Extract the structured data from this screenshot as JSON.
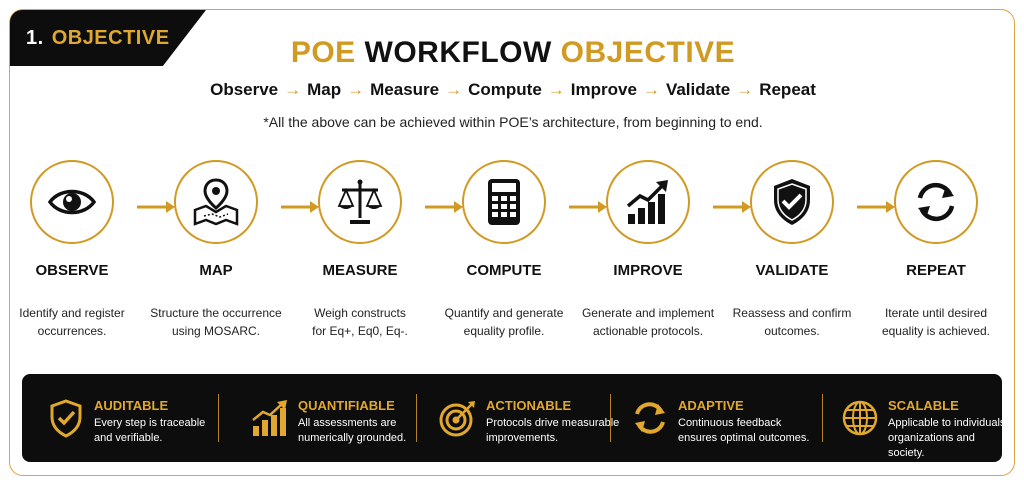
{
  "tag": {
    "number": "1.",
    "word": "OBJECTIVE"
  },
  "title": {
    "part1": "POE",
    "part2": "WORKFLOW",
    "part3": "OBJECTIVE"
  },
  "flow": [
    "Observe",
    "Map",
    "Measure",
    "Compute",
    "Improve",
    "Validate",
    "Repeat"
  ],
  "flow_arrow": "→",
  "note": "*All the above can be achieved within POE’s architecture, from beginning to end.",
  "steps": [
    {
      "icon": "eye-icon",
      "title": "OBSERVE",
      "desc1": "Identify and register",
      "desc2": "occurrences."
    },
    {
      "icon": "map-pin-icon",
      "title": "MAP",
      "desc1": "Structure the occurrence",
      "desc2": "using MOSARC."
    },
    {
      "icon": "scale-icon",
      "title": "MEASURE",
      "desc1": "Weigh constructs",
      "desc2": "for Eq+, Eq0, Eq-."
    },
    {
      "icon": "calculator-icon",
      "title": "COMPUTE",
      "desc1": "Quantify and generate",
      "desc2": "equality profile."
    },
    {
      "icon": "growth-chart-icon",
      "title": "IMPROVE",
      "desc1": "Generate and implement",
      "desc2": "actionable protocols."
    },
    {
      "icon": "shield-check-icon",
      "title": "VALIDATE",
      "desc1": "Reassess and confirm",
      "desc2": "outcomes."
    },
    {
      "icon": "refresh-icon",
      "title": "REPEAT",
      "desc1": "Iterate until desired",
      "desc2": "equality is achieved."
    }
  ],
  "features": [
    {
      "icon": "shield-check-icon",
      "title": "AUDITABLE",
      "desc1": "Every step is traceable",
      "desc2": "and verifiable."
    },
    {
      "icon": "bar-growth-icon",
      "title": "QUANTIFIABLE",
      "desc1": "All assessments are",
      "desc2": "numerically grounded."
    },
    {
      "icon": "target-icon",
      "title": "ACTIONABLE",
      "desc1": "Protocols drive measurable",
      "desc2": "improvements."
    },
    {
      "icon": "cycle-icon",
      "title": "ADAPTIVE",
      "desc1": "Continuous feedback",
      "desc2": "ensures optimal outcomes."
    },
    {
      "icon": "globe-icon",
      "title": "SCALABLE",
      "desc1": "Applicable to individuals,",
      "desc2": "organizations and society."
    }
  ],
  "colors": {
    "gold": "#d19a22",
    "dark": "#0d0d0d"
  }
}
